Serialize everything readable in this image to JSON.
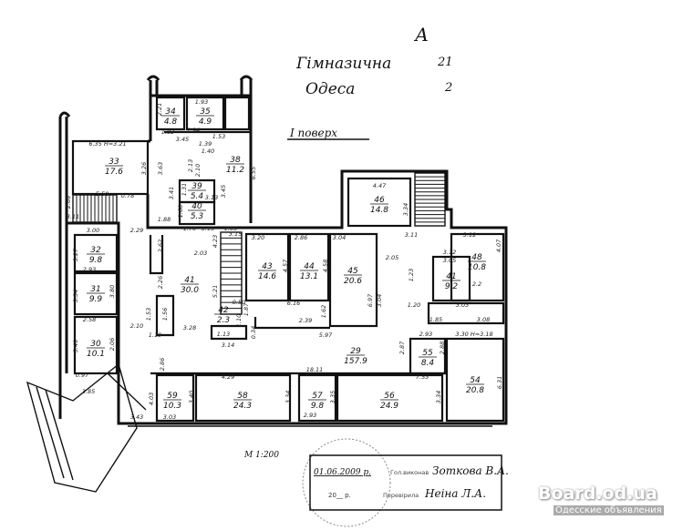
{
  "header": {
    "letter": "А",
    "street": "Гімназична",
    "house": "21",
    "city": "Одеса",
    "city_num": "2",
    "floor": "I поверх"
  },
  "scale": "М 1:200",
  "stamp": {
    "date": "01.06.2009 р.",
    "executed_label": "Гол.виконав",
    "executed_by": "Зоткова В.А.",
    "date2": "20__ р.",
    "checked_label": "Перевірила",
    "checked_by": "Неіна Л.А."
  },
  "watermark": {
    "site": "Board.od.ua",
    "subtitle": "Одесские объявления"
  },
  "rooms": [
    {
      "num": "33",
      "area": "17.6"
    },
    {
      "num": "34",
      "area": "4.8"
    },
    {
      "num": "35",
      "area": "4.9"
    },
    {
      "num": "38",
      "area": "11.2"
    },
    {
      "num": "39",
      "area": "5.4"
    },
    {
      "num": "40",
      "area": "5.3"
    },
    {
      "num": "46",
      "area": "14.8"
    },
    {
      "num": "32",
      "area": "9.8"
    },
    {
      "num": "31",
      "area": "9.9"
    },
    {
      "num": "30",
      "area": "10.1"
    },
    {
      "num": "41",
      "area": "30.0"
    },
    {
      "num": "42",
      "area": "2.3"
    },
    {
      "num": "43",
      "area": "14.6"
    },
    {
      "num": "44",
      "area": "13.1"
    },
    {
      "num": "45",
      "area": "20.6"
    },
    {
      "num": "41",
      "area": "9.2"
    },
    {
      "num": "48",
      "area": "10.8"
    },
    {
      "num": "29",
      "area": "157.9"
    },
    {
      "num": "55",
      "area": "8.4"
    },
    {
      "num": "54",
      "area": "20.8"
    },
    {
      "num": "59",
      "area": "10.3"
    },
    {
      "num": "58",
      "area": "24.3"
    },
    {
      "num": "57",
      "area": "9.8"
    },
    {
      "num": "56",
      "area": "24.9"
    }
  ],
  "dimensions": [
    "6.35 H=3.21",
    "3.26",
    "3.63",
    "5.50",
    "0.78",
    "2.69",
    "3.11",
    "3.00",
    "2.29",
    "1.88",
    "1.70",
    "2.62",
    "2.03",
    "2.26",
    "5.21",
    "1.56",
    "1.53",
    "2.10",
    "3.28",
    "1.19",
    "3.14",
    "2.86",
    "2.93",
    "2.58",
    "3.34",
    "3.27",
    "3.49",
    "2.06",
    "0.97",
    "3.80",
    "3.85",
    "3.43",
    "3.03",
    "4.29",
    "3.40",
    "4.03",
    "3.34",
    "2.93",
    "3.35",
    "18.11",
    "7.53",
    "3.34",
    "6.31",
    "3.30 H=3.18",
    "2.93",
    "2.88",
    "2.87",
    "5.97",
    "2.39",
    "1.62",
    "6.97",
    "3.04",
    "6.16",
    "4.57",
    "4.58",
    "3.20",
    "2.86",
    "3.04",
    "2.05",
    "4.47",
    "3.34",
    "3.11",
    "3.12",
    "3.05",
    "3.12",
    "4.07",
    "2.2",
    "1.23",
    "1.20",
    "1.85",
    "3.03",
    "3.08",
    "1.93",
    "1.83",
    "1.94",
    "3.45",
    "1.39",
    "1.40",
    "1.53",
    "2.21",
    "6.55",
    "1.31",
    "3.13",
    "3.45",
    "3.13",
    "1.03",
    "3.41",
    "1.68",
    "2.13",
    "2.10",
    "3.15",
    "4.23",
    "1.13",
    "0.50",
    "1.10",
    "1.87",
    "0.34"
  ]
}
